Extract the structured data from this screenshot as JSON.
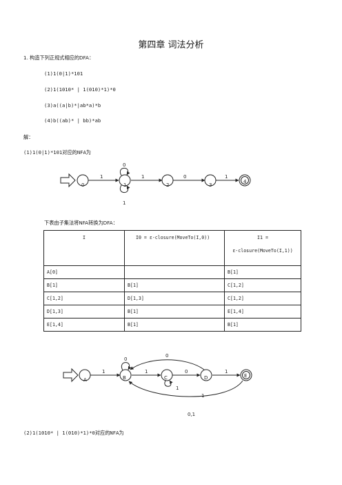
{
  "page": {
    "title": "第四章 词法分析",
    "q1_intro": "1. 构造下列正规式相应的DFA：",
    "items": [
      {
        "label": "(1)",
        "expr": "1(0|1)*101"
      },
      {
        "label": "(2)",
        "expr": "1(1010* | 1(010)*1)*0"
      },
      {
        "label": "(3)",
        "expr": "a((a|b)*|ab*a)*b"
      },
      {
        "label": "(4)",
        "expr": "b((ab)* | bb)*ab"
      }
    ],
    "solution_label": "解：",
    "part1_heading": "(1)1(0|1)*101对应的NFA为",
    "table_intro": "下表由子集法将NFA转换为DFA：",
    "part2_heading": "(2)1(1010* | 1(010)*1)*0对应的NFA为"
  },
  "nfa1": {
    "states": [
      "0",
      "1",
      "2",
      "3",
      "4"
    ],
    "edge_labels": [
      "1",
      "1",
      "0",
      "1"
    ],
    "self_loop_top": "0",
    "self_loop_bottom": "1"
  },
  "dfa_table": {
    "headers": [
      "I",
      "I0 = ε-closure(MoveTo(I,0))",
      "I1 =",
      "ε-closure(MoveTo(I,1))"
    ],
    "rows": [
      [
        "A[0]",
        "",
        "B[1]"
      ],
      [
        "B[1]",
        "B[1]",
        "C[1,2]"
      ],
      [
        "C[1,2]",
        "D[1,3]",
        "C[1,2]"
      ],
      [
        "D[1,3]",
        "B[1]",
        "E[1,4]"
      ],
      [
        "E[1,4]",
        "B[1]",
        "B[1]"
      ]
    ]
  },
  "dfa1": {
    "states": [
      "A",
      "B",
      "C",
      "D",
      "E"
    ],
    "labels": {
      "a_b": "1",
      "b_loop": "0",
      "d_b_top": "0",
      "b_c": "1",
      "c_d": "0",
      "d_e": "1",
      "c_loop": "1",
      "e_b": "1",
      "bottom": "0,1"
    }
  }
}
